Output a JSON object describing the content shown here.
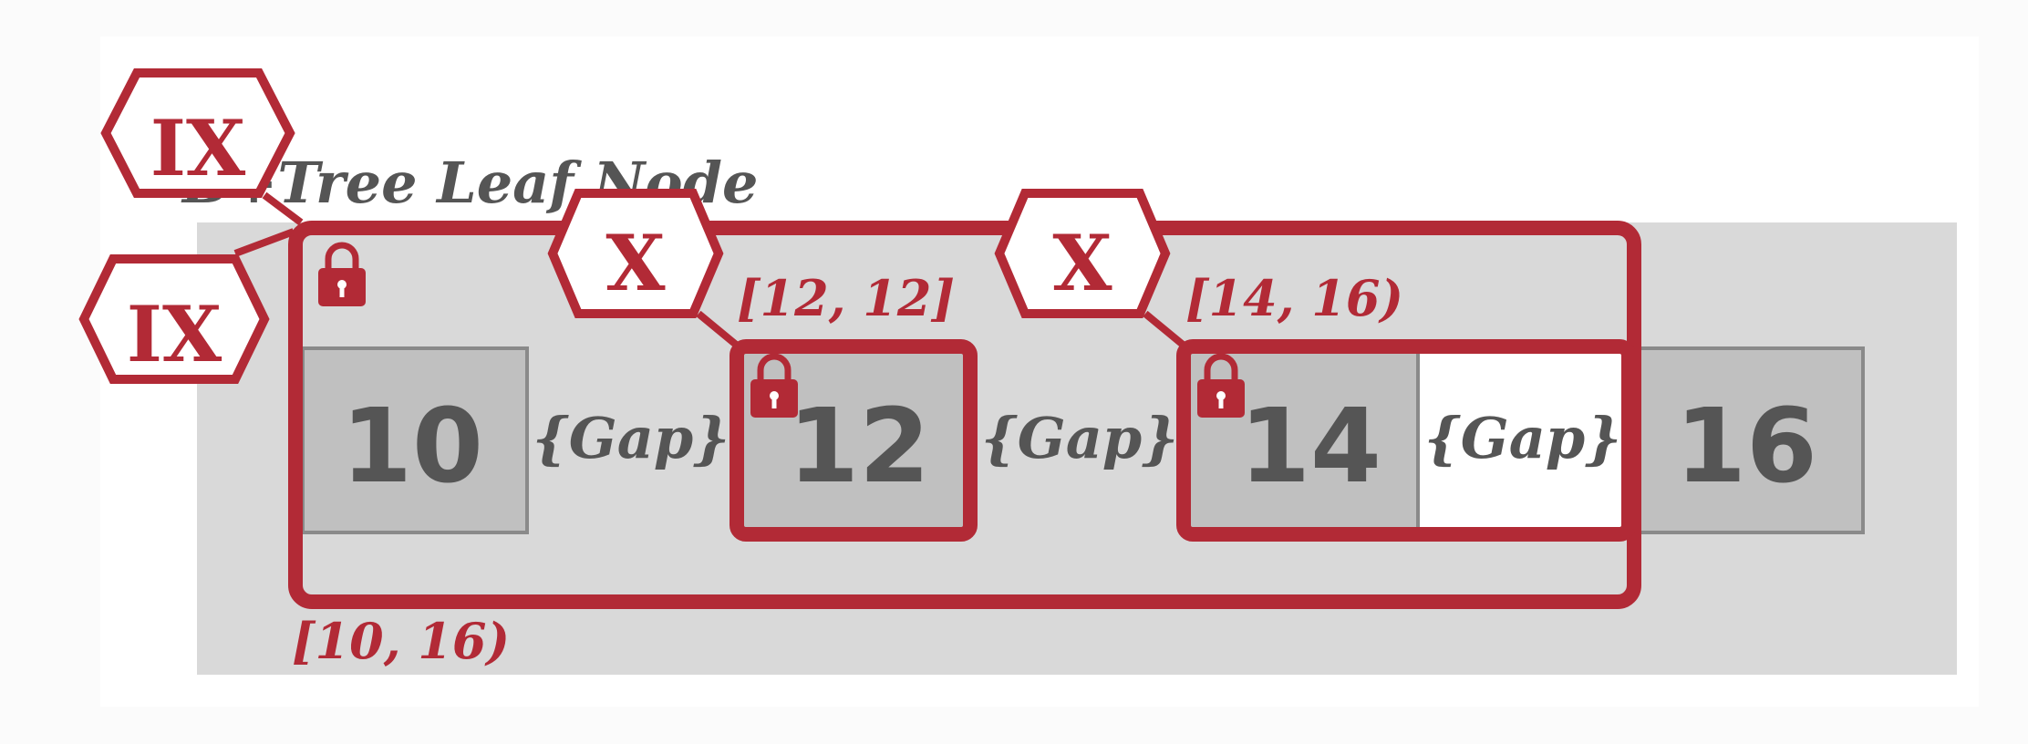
{
  "title": "B+Tree Leaf Node",
  "keys": [
    "10",
    "12",
    "14",
    "16"
  ],
  "gap_label": "{Gap}",
  "lock_modes": {
    "intention_node": "IX",
    "intention_range": "IX",
    "exclusive_key": "X",
    "exclusive_range": "X"
  },
  "ranges": {
    "full": "[10, 16)",
    "key": "[12, 12]",
    "upper": "[14, 16)"
  },
  "colors": {
    "accent": "#b22a36",
    "node_bg": "#d9d9d9",
    "key_bg": "#c0c0c0",
    "key_border": "#8a8a8a",
    "text": "#555555"
  }
}
